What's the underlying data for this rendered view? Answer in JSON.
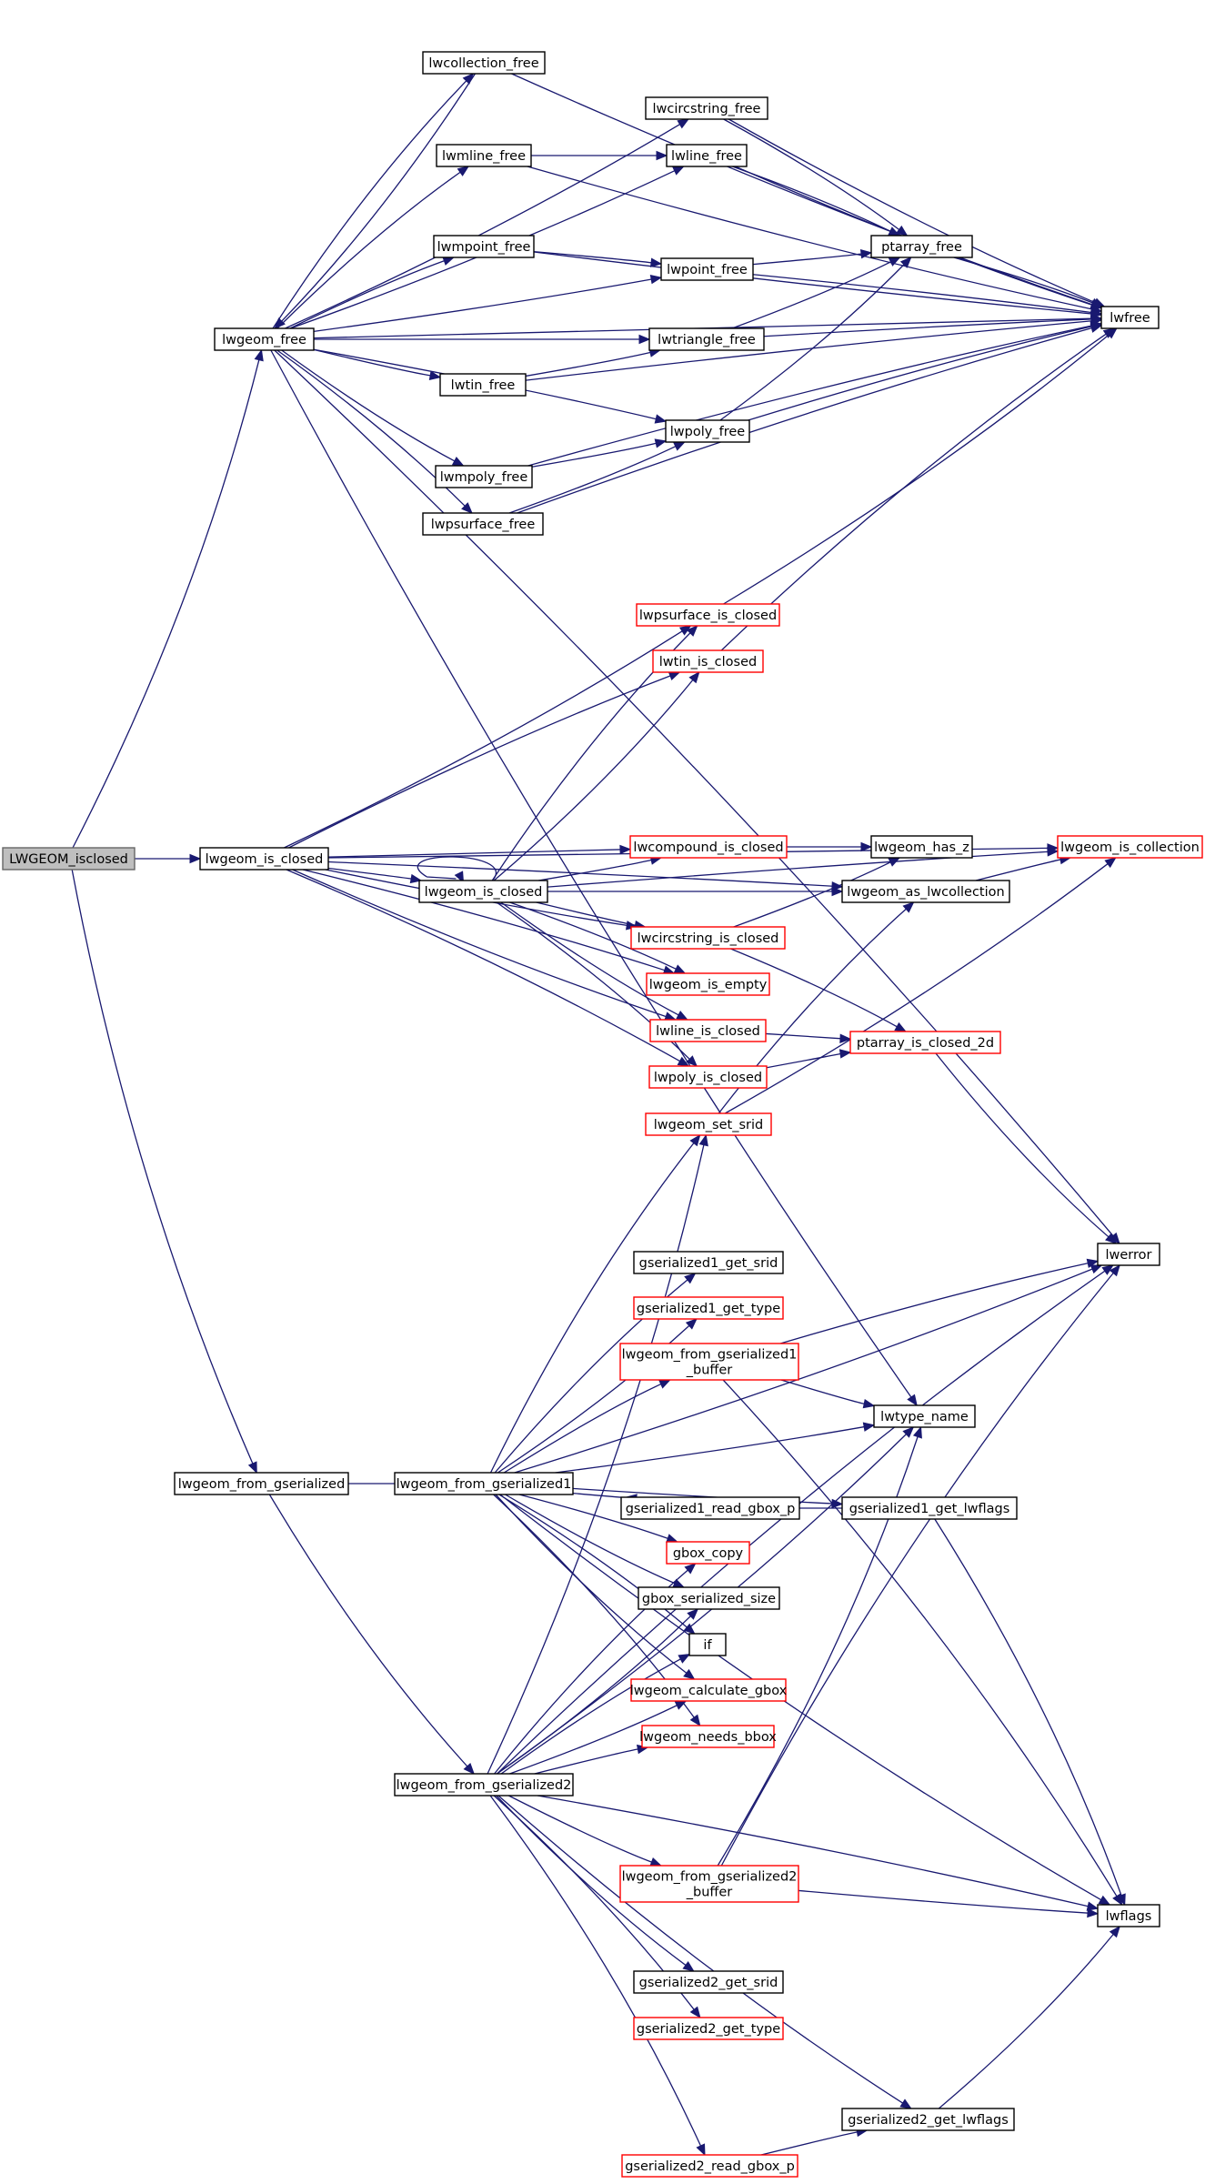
{
  "nodes": [
    {
      "id": "root",
      "label": [
        "LWGEOM_isclosed"
      ],
      "border": "#666666",
      "root": true
    },
    {
      "id": "lwgeom_free",
      "label": [
        "lwgeom_free"
      ],
      "border": "#000000"
    },
    {
      "id": "lwcollection_free",
      "label": [
        "lwcollection_free"
      ],
      "border": "#000000"
    },
    {
      "id": "lwcircstring_free",
      "label": [
        "lwcircstring_free"
      ],
      "border": "#000000"
    },
    {
      "id": "lwmline_free",
      "label": [
        "lwmline_free"
      ],
      "border": "#000000"
    },
    {
      "id": "lwline_free",
      "label": [
        "lwline_free"
      ],
      "border": "#000000"
    },
    {
      "id": "lwmpoint_free",
      "label": [
        "lwmpoint_free"
      ],
      "border": "#000000"
    },
    {
      "id": "ptarray_free",
      "label": [
        "ptarray_free"
      ],
      "border": "#000000"
    },
    {
      "id": "lwpoint_free",
      "label": [
        "lwpoint_free"
      ],
      "border": "#000000"
    },
    {
      "id": "lwfree",
      "label": [
        "lwfree"
      ],
      "border": "#000000"
    },
    {
      "id": "lwtriangle_free",
      "label": [
        "lwtriangle_free"
      ],
      "border": "#000000"
    },
    {
      "id": "lwtin_free",
      "label": [
        "lwtin_free"
      ],
      "border": "#000000"
    },
    {
      "id": "lwpoly_free",
      "label": [
        "lwpoly_free"
      ],
      "border": "#000000"
    },
    {
      "id": "lwmpoly_free",
      "label": [
        "lwmpoly_free"
      ],
      "border": "#000000"
    },
    {
      "id": "lwpsurface_free",
      "label": [
        "lwpsurface_free"
      ],
      "border": "#000000"
    },
    {
      "id": "lwpsurface_is_closed",
      "label": [
        "lwpsurface_is_closed"
      ],
      "border": "#ff0000"
    },
    {
      "id": "lwtin_is_closed",
      "label": [
        "lwtin_is_closed"
      ],
      "border": "#ff0000"
    },
    {
      "id": "lwgeom_is_closed_a",
      "label": [
        "lwgeom_is_closed"
      ],
      "border": "#000000"
    },
    {
      "id": "lwgeom_is_closed_b",
      "label": [
        "lwgeom_is_closed"
      ],
      "border": "#000000"
    },
    {
      "id": "lwcompound_is_closed",
      "label": [
        "lwcompound_is_closed"
      ],
      "border": "#ff0000"
    },
    {
      "id": "lwgeom_has_z",
      "label": [
        "lwgeom_has_z"
      ],
      "border": "#000000"
    },
    {
      "id": "lwgeom_is_collection",
      "label": [
        "lwgeom_is_collection"
      ],
      "border": "#ff0000"
    },
    {
      "id": "lwgeom_as_lwcollection",
      "label": [
        "lwgeom_as_lwcollection"
      ],
      "border": "#000000"
    },
    {
      "id": "lwcircstring_is_closed",
      "label": [
        "lwcircstring_is_closed"
      ],
      "border": "#ff0000"
    },
    {
      "id": "lwgeom_is_empty",
      "label": [
        "lwgeom_is_empty"
      ],
      "border": "#ff0000"
    },
    {
      "id": "lwline_is_closed",
      "label": [
        "lwline_is_closed"
      ],
      "border": "#ff0000"
    },
    {
      "id": "ptarray_is_closed_2d",
      "label": [
        "ptarray_is_closed_2d"
      ],
      "border": "#ff0000"
    },
    {
      "id": "lwpoly_is_closed",
      "label": [
        "lwpoly_is_closed"
      ],
      "border": "#ff0000"
    },
    {
      "id": "lwgeom_set_srid",
      "label": [
        "lwgeom_set_srid"
      ],
      "border": "#ff0000"
    },
    {
      "id": "lwerror",
      "label": [
        "lwerror"
      ],
      "border": "#000000"
    },
    {
      "id": "gserialized1_get_srid",
      "label": [
        "gserialized1_get_srid"
      ],
      "border": "#000000"
    },
    {
      "id": "gserialized1_get_type",
      "label": [
        "gserialized1_get_type"
      ],
      "border": "#ff0000"
    },
    {
      "id": "lwgeom_from_gserialized1_buffer",
      "label": [
        "lwgeom_from_gserialized1",
        "_buffer"
      ],
      "border": "#ff0000"
    },
    {
      "id": "lwtype_name",
      "label": [
        "lwtype_name"
      ],
      "border": "#000000"
    },
    {
      "id": "lwgeom_from_gserialized",
      "label": [
        "lwgeom_from_gserialized"
      ],
      "border": "#000000"
    },
    {
      "id": "lwgeom_from_gserialized1",
      "label": [
        "lwgeom_from_gserialized1"
      ],
      "border": "#000000"
    },
    {
      "id": "gserialized1_read_gbox_p",
      "label": [
        "gserialized1_read_gbox_p"
      ],
      "border": "#000000"
    },
    {
      "id": "gserialized1_get_lwflags",
      "label": [
        "gserialized1_get_lwflags"
      ],
      "border": "#000000"
    },
    {
      "id": "gbox_copy",
      "label": [
        "gbox_copy"
      ],
      "border": "#ff0000"
    },
    {
      "id": "gbox_serialized_size",
      "label": [
        "gbox_serialized_size"
      ],
      "border": "#000000"
    },
    {
      "id": "if",
      "label": [
        "if"
      ],
      "border": "#000000"
    },
    {
      "id": "lwgeom_calculate_gbox",
      "label": [
        "lwgeom_calculate_gbox"
      ],
      "border": "#ff0000"
    },
    {
      "id": "lwgeom_needs_bbox",
      "label": [
        "lwgeom_needs_bbox"
      ],
      "border": "#ff0000"
    },
    {
      "id": "lwgeom_from_gserialized2",
      "label": [
        "lwgeom_from_gserialized2"
      ],
      "border": "#000000"
    },
    {
      "id": "lwgeom_from_gserialized2_buffer",
      "label": [
        "lwgeom_from_gserialized2",
        "_buffer"
      ],
      "border": "#ff0000"
    },
    {
      "id": "lwflags",
      "label": [
        "lwflags"
      ],
      "border": "#000000"
    },
    {
      "id": "gserialized2_get_srid",
      "label": [
        "gserialized2_get_srid"
      ],
      "border": "#000000"
    },
    {
      "id": "gserialized2_get_type",
      "label": [
        "gserialized2_get_type"
      ],
      "border": "#ff0000"
    },
    {
      "id": "gserialized2_get_lwflags",
      "label": [
        "gserialized2_get_lwflags"
      ],
      "border": "#000000"
    },
    {
      "id": "gserialized2_read_gbox_p",
      "label": [
        "gserialized2_read_gbox_p"
      ],
      "border": "#ff0000"
    }
  ],
  "edges": [
    [
      "root",
      "lwgeom_free"
    ],
    [
      "root",
      "lwgeom_is_closed_a"
    ],
    [
      "root",
      "lwgeom_from_gserialized"
    ],
    [
      "lwgeom_free",
      "lwcollection_free"
    ],
    [
      "lwgeom_free",
      "lwcircstring_free"
    ],
    [
      "lwgeom_free",
      "lwmline_free"
    ],
    [
      "lwgeom_free",
      "lwline_free"
    ],
    [
      "lwgeom_free",
      "lwmpoint_free"
    ],
    [
      "lwgeom_free",
      "lwpoint_free"
    ],
    [
      "lwgeom_free",
      "lwtriangle_free"
    ],
    [
      "lwgeom_free",
      "lwtin_free"
    ],
    [
      "lwgeom_free",
      "lwpoly_free"
    ],
    [
      "lwgeom_free",
      "lwmpoly_free"
    ],
    [
      "lwgeom_free",
      "lwpsurface_free"
    ],
    [
      "lwgeom_free",
      "lwfree"
    ],
    [
      "lwgeom_free",
      "lwerror"
    ],
    [
      "lwgeom_free",
      "lwtype_name"
    ],
    [
      "lwcollection_free",
      "lwgeom_free"
    ],
    [
      "lwcollection_free",
      "lwfree"
    ],
    [
      "lwcircstring_free",
      "ptarray_free"
    ],
    [
      "lwcircstring_free",
      "lwfree"
    ],
    [
      "lwmline_free",
      "lwline_free"
    ],
    [
      "lwmline_free",
      "lwfree"
    ],
    [
      "lwline_free",
      "ptarray_free"
    ],
    [
      "lwline_free",
      "lwfree"
    ],
    [
      "lwmpoint_free",
      "lwpoint_free"
    ],
    [
      "lwmpoint_free",
      "lwfree"
    ],
    [
      "ptarray_free",
      "lwfree"
    ],
    [
      "lwpoint_free",
      "ptarray_free"
    ],
    [
      "lwpoint_free",
      "lwfree"
    ],
    [
      "lwtriangle_free",
      "ptarray_free"
    ],
    [
      "lwtriangle_free",
      "lwfree"
    ],
    [
      "lwtin_free",
      "lwtriangle_free"
    ],
    [
      "lwtin_free",
      "lwfree"
    ],
    [
      "lwpoly_free",
      "ptarray_free"
    ],
    [
      "lwpoly_free",
      "lwfree"
    ],
    [
      "lwmpoly_free",
      "lwpoly_free"
    ],
    [
      "lwmpoly_free",
      "lwfree"
    ],
    [
      "lwpsurface_free",
      "lwpoly_free"
    ],
    [
      "lwpsurface_free",
      "lwfree"
    ],
    [
      "lwgeom_is_closed_a",
      "lwpsurface_is_closed"
    ],
    [
      "lwgeom_is_closed_a",
      "lwtin_is_closed"
    ],
    [
      "lwgeom_is_closed_a",
      "lwgeom_is_collection"
    ],
    [
      "lwgeom_is_closed_a",
      "lwgeom_as_lwcollection"
    ],
    [
      "lwgeom_is_closed_a",
      "lwcompound_is_closed"
    ],
    [
      "lwgeom_is_closed_a",
      "lwgeom_is_closed_b"
    ],
    [
      "lwgeom_is_closed_a",
      "lwcircstring_is_closed"
    ],
    [
      "lwgeom_is_closed_a",
      "lwgeom_is_empty"
    ],
    [
      "lwgeom_is_closed_a",
      "lwline_is_closed"
    ],
    [
      "lwgeom_is_closed_a",
      "lwpoly_is_closed"
    ],
    [
      "lwpsurface_is_closed",
      "lwfree"
    ],
    [
      "lwtin_is_closed",
      "lwfree"
    ],
    [
      "lwgeom_is_closed_b",
      "lwgeom_is_closed_b"
    ],
    [
      "lwgeom_is_closed_b",
      "lwpsurface_is_closed"
    ],
    [
      "lwgeom_is_closed_b",
      "lwtin_is_closed"
    ],
    [
      "lwgeom_is_closed_b",
      "lwgeom_is_collection"
    ],
    [
      "lwgeom_is_closed_b",
      "lwcompound_is_closed"
    ],
    [
      "lwgeom_is_closed_b",
      "lwgeom_as_lwcollection"
    ],
    [
      "lwgeom_is_closed_b",
      "lwcircstring_is_closed"
    ],
    [
      "lwgeom_is_closed_b",
      "lwgeom_is_empty"
    ],
    [
      "lwgeom_is_closed_b",
      "lwline_is_closed"
    ],
    [
      "lwgeom_is_closed_b",
      "lwpoly_is_closed"
    ],
    [
      "lwcompound_is_closed",
      "lwgeom_has_z"
    ],
    [
      "lwgeom_as_lwcollection",
      "lwgeom_is_collection"
    ],
    [
      "lwcircstring_is_closed",
      "lwgeom_has_z"
    ],
    [
      "lwcircstring_is_closed",
      "ptarray_is_closed_2d"
    ],
    [
      "lwline_is_closed",
      "ptarray_is_closed_2d"
    ],
    [
      "lwpoly_is_closed",
      "ptarray_is_closed_2d"
    ],
    [
      "ptarray_is_closed_2d",
      "lwerror"
    ],
    [
      "lwgeom_set_srid",
      "lwgeom_as_lwcollection"
    ],
    [
      "lwgeom_set_srid",
      "lwgeom_is_collection"
    ],
    [
      "lwgeom_from_gserialized",
      "lwgeom_from_gserialized1"
    ],
    [
      "lwgeom_from_gserialized",
      "lwgeom_from_gserialized2"
    ],
    [
      "lwgeom_from_gserialized1",
      "lwgeom_set_srid"
    ],
    [
      "lwgeom_from_gserialized1",
      "lwerror"
    ],
    [
      "lwgeom_from_gserialized1",
      "gserialized1_get_srid"
    ],
    [
      "lwgeom_from_gserialized1",
      "gserialized1_get_type"
    ],
    [
      "lwgeom_from_gserialized1",
      "lwgeom_from_gserialized1_buffer"
    ],
    [
      "lwgeom_from_gserialized1",
      "lwtype_name"
    ],
    [
      "lwgeom_from_gserialized1",
      "gserialized1_read_gbox_p"
    ],
    [
      "lwgeom_from_gserialized1",
      "gserialized1_get_lwflags"
    ],
    [
      "lwgeom_from_gserialized1",
      "gbox_copy"
    ],
    [
      "lwgeom_from_gserialized1",
      "gbox_serialized_size"
    ],
    [
      "lwgeom_from_gserialized1",
      "if"
    ],
    [
      "lwgeom_from_gserialized1",
      "lwgeom_calculate_gbox"
    ],
    [
      "lwgeom_from_gserialized1",
      "lwgeom_needs_bbox"
    ],
    [
      "lwgeom_from_gserialized1",
      "lwflags"
    ],
    [
      "lwgeom_from_gserialized1_buffer",
      "lwerror"
    ],
    [
      "lwgeom_from_gserialized1_buffer",
      "lwtype_name"
    ],
    [
      "lwgeom_from_gserialized1_buffer",
      "lwflags"
    ],
    [
      "gserialized1_read_gbox_p",
      "gserialized1_get_lwflags"
    ],
    [
      "gserialized1_get_lwflags",
      "lwflags"
    ],
    [
      "lwgeom_from_gserialized2",
      "lwgeom_set_srid"
    ],
    [
      "lwgeom_from_gserialized2",
      "gbox_copy"
    ],
    [
      "lwgeom_from_gserialized2",
      "gbox_serialized_size"
    ],
    [
      "lwgeom_from_gserialized2",
      "if"
    ],
    [
      "lwgeom_from_gserialized2",
      "lwgeom_calculate_gbox"
    ],
    [
      "lwgeom_from_gserialized2",
      "lwgeom_needs_bbox"
    ],
    [
      "lwgeom_from_gserialized2",
      "lwtype_name"
    ],
    [
      "lwgeom_from_gserialized2",
      "lwerror"
    ],
    [
      "lwgeom_from_gserialized2",
      "lwgeom_from_gserialized2_buffer"
    ],
    [
      "lwgeom_from_gserialized2",
      "lwflags"
    ],
    [
      "lwgeom_from_gserialized2",
      "gserialized2_get_srid"
    ],
    [
      "lwgeom_from_gserialized2",
      "gserialized2_get_type"
    ],
    [
      "lwgeom_from_gserialized2",
      "gserialized2_get_lwflags"
    ],
    [
      "lwgeom_from_gserialized2",
      "gserialized2_read_gbox_p"
    ],
    [
      "lwgeom_from_gserialized2_buffer",
      "lwtype_name"
    ],
    [
      "lwgeom_from_gserialized2_buffer",
      "lwerror"
    ],
    [
      "lwgeom_from_gserialized2_buffer",
      "lwflags"
    ],
    [
      "gserialized2_read_gbox_p",
      "gserialized2_get_lwflags"
    ],
    [
      "gserialized2_get_lwflags",
      "lwflags"
    ]
  ],
  "colors": {
    "edge": "#191970",
    "root_fill": "#bfbfbf",
    "node_fill": "#ffffff"
  }
}
